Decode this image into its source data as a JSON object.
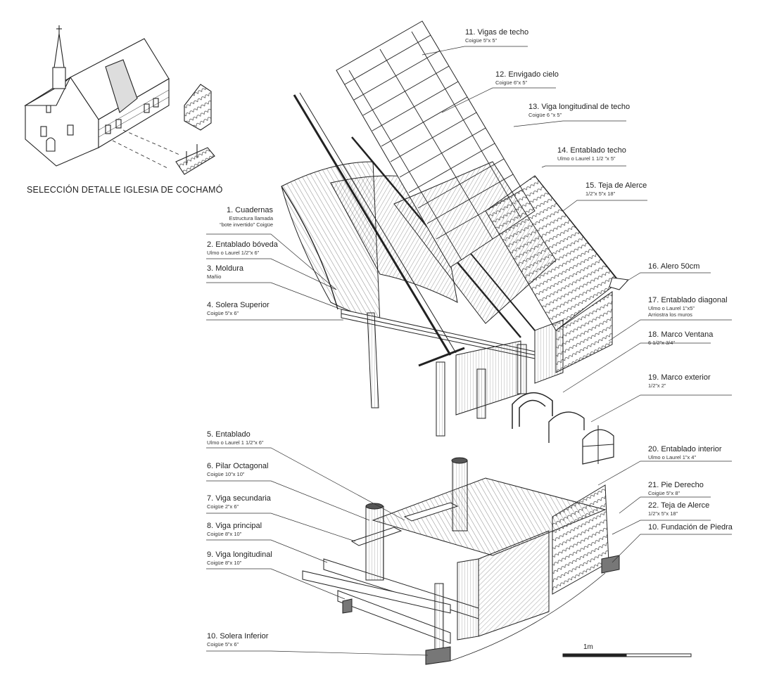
{
  "title": "SELECCIÓN DETALLE IGLESIA DE COCHAMÓ",
  "scale_label": "1m",
  "labels_left": [
    {
      "id": "l1",
      "title": "1. Cuadernas",
      "sub": [
        "Estructura llamada",
        "“bote invertido” Coigüe"
      ]
    },
    {
      "id": "l2",
      "title": "2. Entablado bóveda",
      "sub": [
        "Ulmo o Laurel 1/2”x 6”"
      ]
    },
    {
      "id": "l3",
      "title": "3. Moldura",
      "sub": [
        "Mañio"
      ]
    },
    {
      "id": "l4",
      "title": "4. Solera Superior",
      "sub": [
        "Coigüe 5”x 6”"
      ]
    },
    {
      "id": "l5",
      "title": "5. Entablado",
      "sub": [
        "Ulmo o Laurel 1 1/2”x 6”"
      ]
    },
    {
      "id": "l6",
      "title": "6. Pilar Octagonal",
      "sub": [
        "Coigüe 10”x 10”"
      ]
    },
    {
      "id": "l7",
      "title": "7. Viga secundaria",
      "sub": [
        "Coigüe 2”x 6”"
      ]
    },
    {
      "id": "l8",
      "title": "8. Viga principal",
      "sub": [
        "Coigüe 8”x 10”"
      ]
    },
    {
      "id": "l9",
      "title": "9. Viga longitudinal",
      "sub": [
        "Coigüe 8”x 10”"
      ]
    },
    {
      "id": "l10b",
      "title": "10. Solera Inferior",
      "sub": [
        "Coigüe 5”x 6”"
      ]
    }
  ],
  "labels_right": [
    {
      "id": "l11",
      "title": "11. Vigas de techo",
      "sub": [
        "Coigüe 5”x 5”"
      ]
    },
    {
      "id": "l12",
      "title": "12. Envigado cielo",
      "sub": [
        "Coigüe 6”x 5”"
      ]
    },
    {
      "id": "l13",
      "title": "13. Viga longitudinal de techo",
      "sub": [
        "Coigüe 6 ”x 5”"
      ]
    },
    {
      "id": "l14",
      "title": "14. Entablado techo",
      "sub": [
        "Ulmo o Laurel 1 1/2 ”x 5”"
      ]
    },
    {
      "id": "l15",
      "title": "15. Teja de Alerce",
      "sub": [
        "1/2”x 5”x 18”"
      ]
    },
    {
      "id": "l16",
      "title": "16. Alero 50cm",
      "sub": []
    },
    {
      "id": "l17",
      "title": "17. Entablado diagonal",
      "sub": [
        "Ulmo o Laurel 1”x5”",
        "Arriostra los muros"
      ]
    },
    {
      "id": "l18",
      "title": "18. Marco Ventana",
      "sub": [
        "6 1/2”x 3/4”"
      ]
    },
    {
      "id": "l19",
      "title": "19. Marco exterior",
      "sub": [
        "1/2”x 2”"
      ]
    },
    {
      "id": "l20",
      "title": "20. Entablado interior",
      "sub": [
        "Ulmo o Laurel 1”x 4”"
      ]
    },
    {
      "id": "l21",
      "title": "21. Pie Derecho",
      "sub": [
        "Coigüe 5”x 8”"
      ]
    },
    {
      "id": "l22",
      "title": "22. Teja de Alerce",
      "sub": [
        "1/2”x 5”x 18”"
      ]
    },
    {
      "id": "l10",
      "title": "10. Fundación de Piedra",
      "sub": []
    }
  ]
}
